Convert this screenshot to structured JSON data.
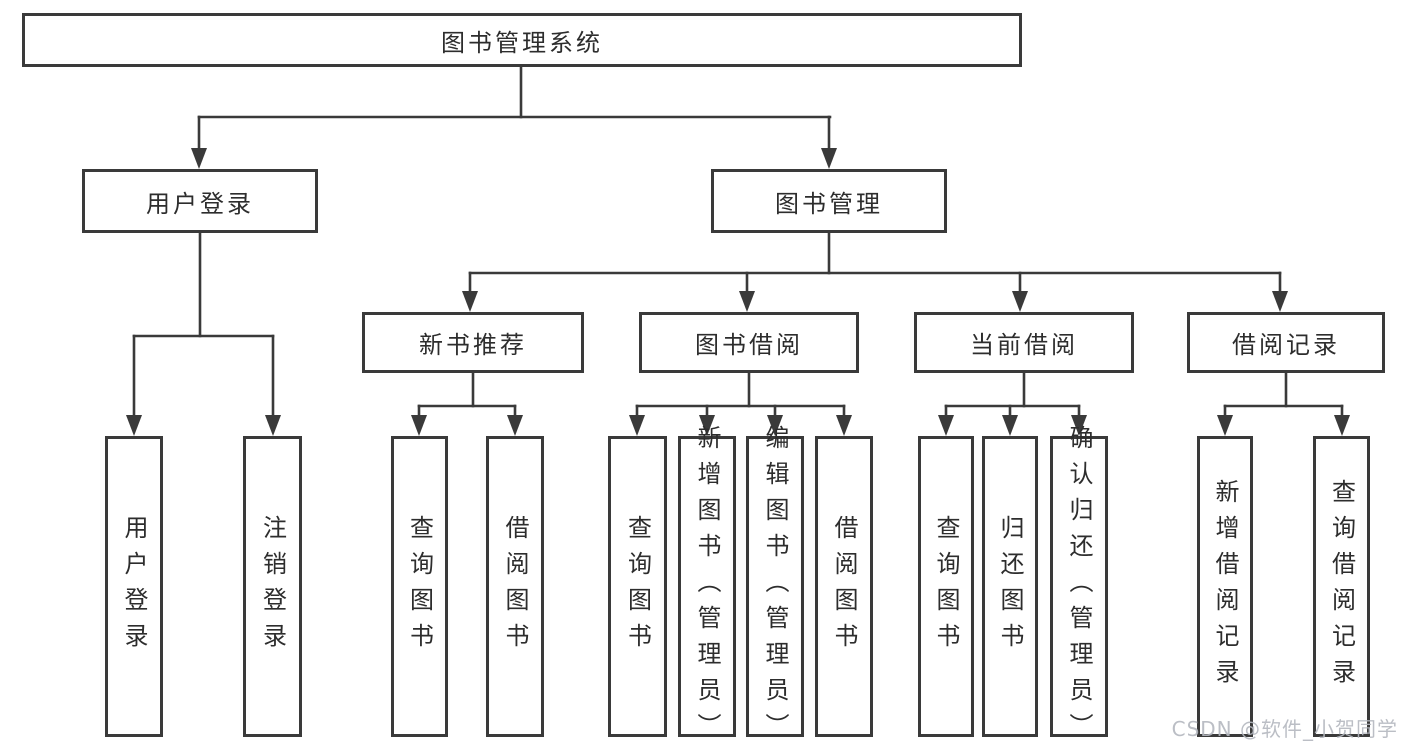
{
  "root": {
    "label": "图书管理系统"
  },
  "level2": [
    {
      "label": "用户登录"
    },
    {
      "label": "图书管理"
    }
  ],
  "level3": [
    {
      "label": "新书推荐"
    },
    {
      "label": "图书借阅"
    },
    {
      "label": "当前借阅"
    },
    {
      "label": "借阅记录"
    }
  ],
  "leaves": [
    {
      "label": "用户登录"
    },
    {
      "label": "注销登录"
    },
    {
      "label": "查询图书"
    },
    {
      "label": "借阅图书"
    },
    {
      "label": "查询图书"
    },
    {
      "label": "新增图书（管理员）"
    },
    {
      "label": "编辑图书（管理员）"
    },
    {
      "label": "借阅图书"
    },
    {
      "label": "查询图书"
    },
    {
      "label": "归还图书"
    },
    {
      "label": "确认归还（管理员）"
    },
    {
      "label": "新增借阅记录"
    },
    {
      "label": "查询借阅记录"
    }
  ],
  "watermark": {
    "text": "CSDN @软件_小贺同学"
  },
  "colors": {
    "line": "#3a3a3a",
    "text": "#2d2d2d",
    "watermark": "#b4b8bf",
    "background": "#ffffff"
  }
}
